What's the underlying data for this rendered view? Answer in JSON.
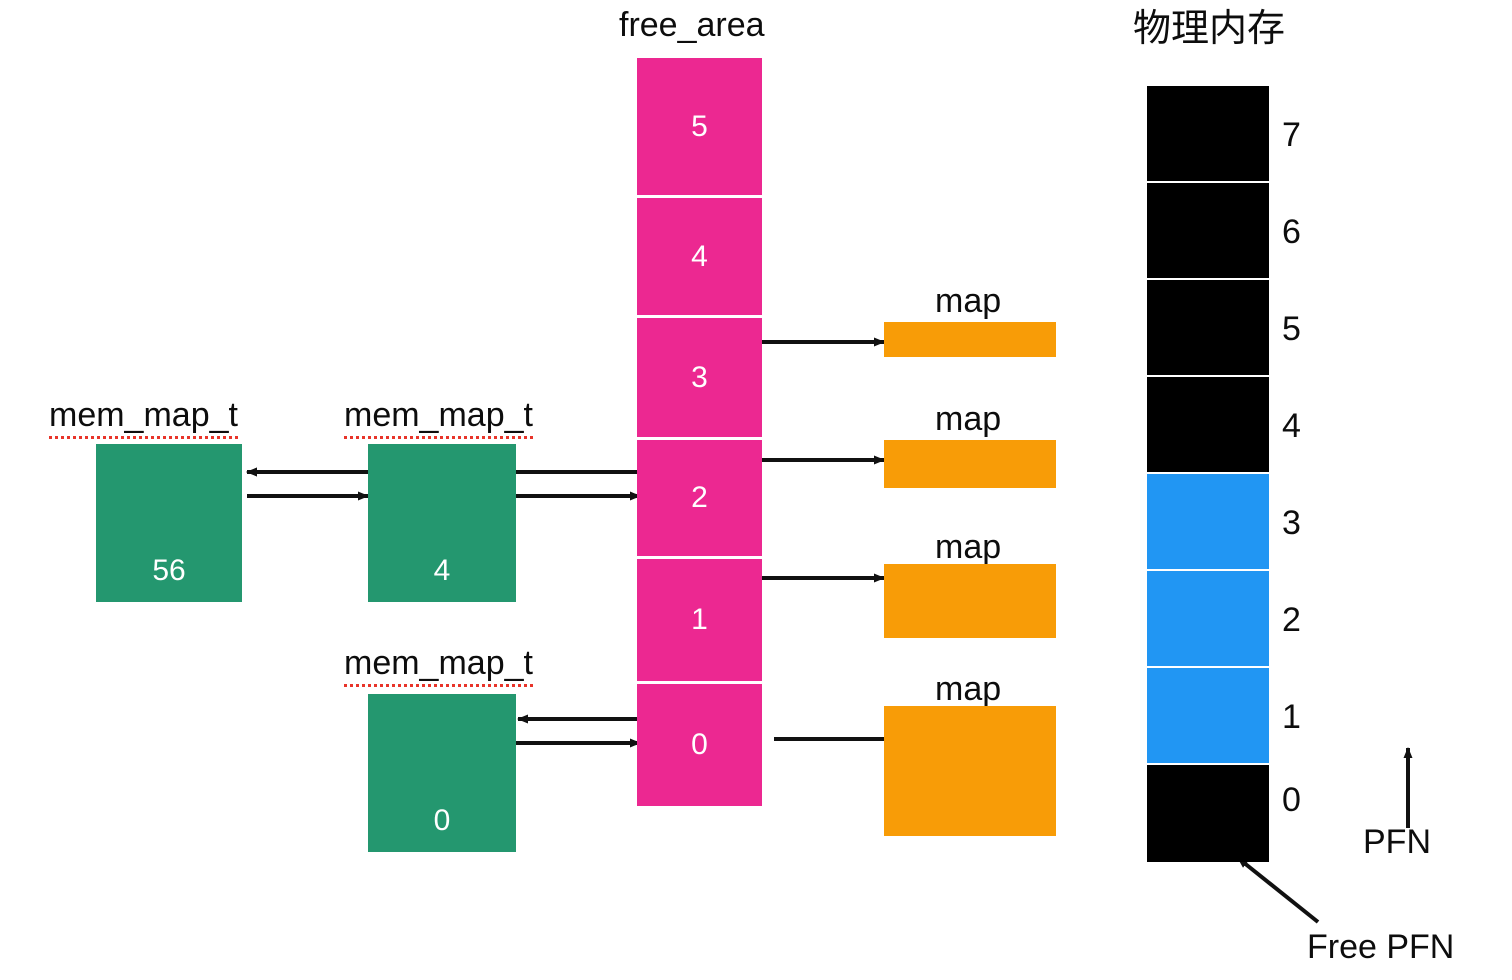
{
  "diagram": {
    "title_free_area": "free_area",
    "title_physical_memory": "物理内存",
    "pfn_label": "PFN",
    "free_pfn_label": "Free PFN",
    "colors": {
      "free_area": "#ec2891",
      "mem_map_t": "#24976f",
      "map": "#f89c07",
      "used_page": "#000000",
      "free_page": "#2196f3",
      "arrow": "#111111",
      "spellcheck_underline": "#e8342a"
    },
    "free_area": {
      "label": "free_area",
      "cells": [
        {
          "order": "5"
        },
        {
          "order": "4"
        },
        {
          "order": "3"
        },
        {
          "order": "2"
        },
        {
          "order": "1"
        },
        {
          "order": "0"
        }
      ]
    },
    "mem_map_nodes": [
      {
        "type_label": "mem_map_t",
        "value": "56"
      },
      {
        "type_label": "mem_map_t",
        "value": "4"
      },
      {
        "type_label": "mem_map_t",
        "value": "0"
      }
    ],
    "map_boxes": [
      {
        "label": "map"
      },
      {
        "label": "map"
      },
      {
        "label": "map"
      },
      {
        "label": "map"
      }
    ],
    "physical_memory": {
      "label": "物理内存",
      "pages": [
        {
          "pfn": "7",
          "state": "used"
        },
        {
          "pfn": "6",
          "state": "used"
        },
        {
          "pfn": "5",
          "state": "used"
        },
        {
          "pfn": "4",
          "state": "used"
        },
        {
          "pfn": "3",
          "state": "free"
        },
        {
          "pfn": "2",
          "state": "free"
        },
        {
          "pfn": "1",
          "state": "free"
        },
        {
          "pfn": "0",
          "state": "used"
        }
      ]
    },
    "annotations": {
      "pfn_axis": "PFN",
      "free_pfn_callout": "Free PFN"
    }
  }
}
